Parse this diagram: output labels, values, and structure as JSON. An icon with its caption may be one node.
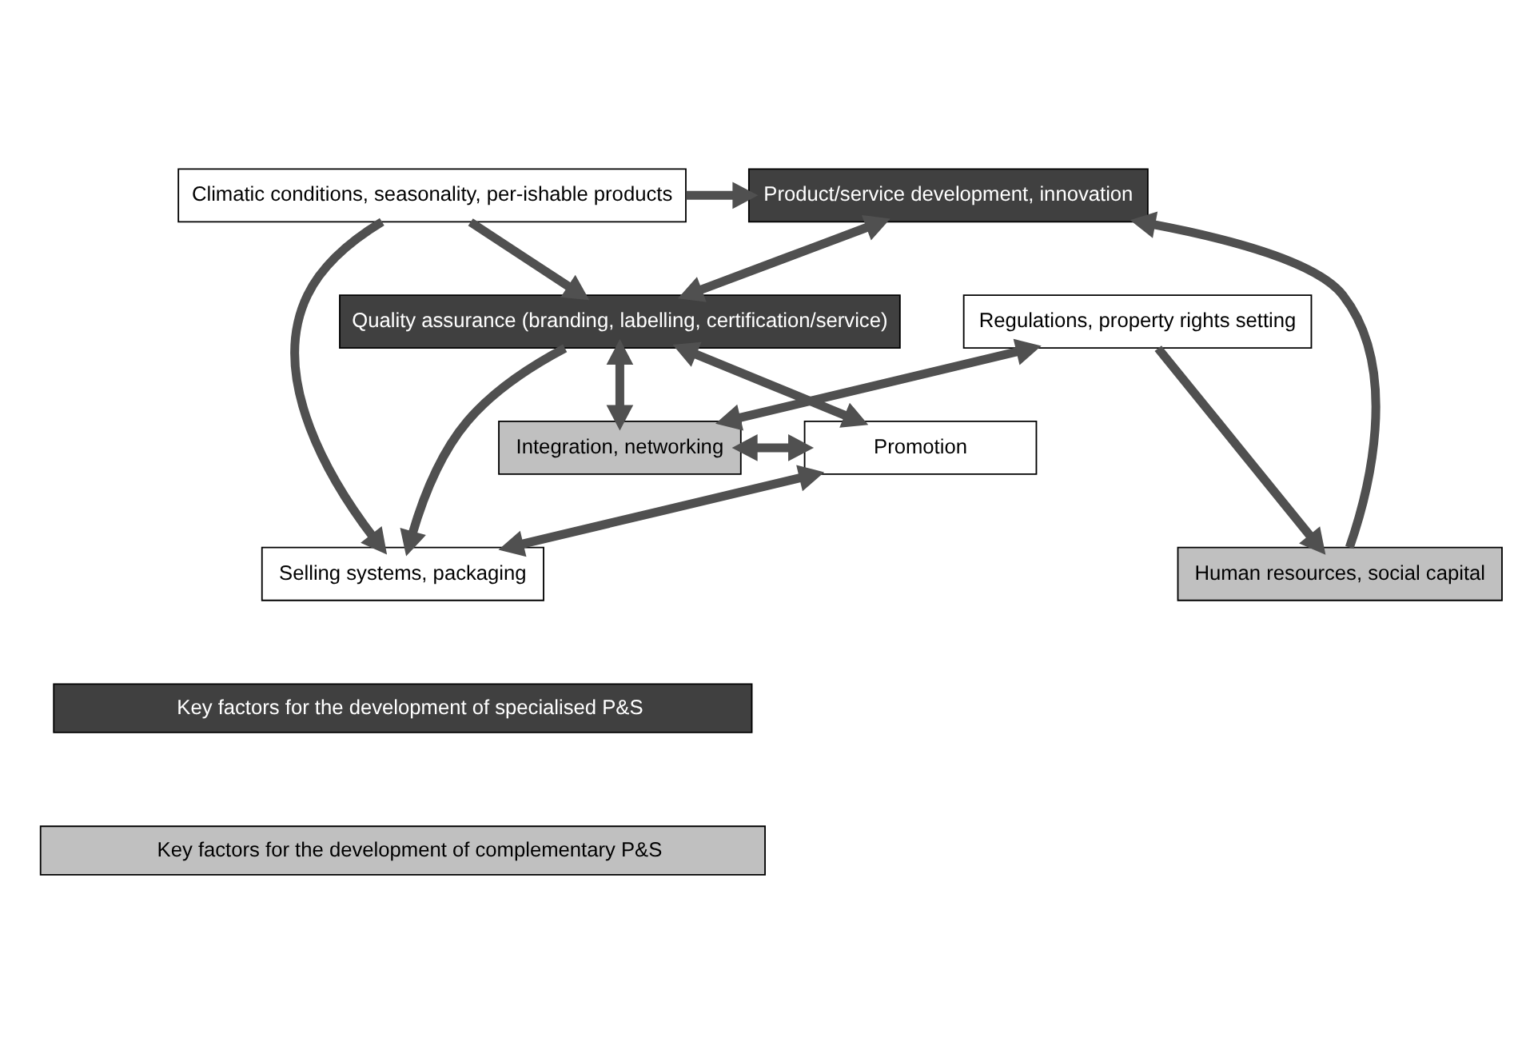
{
  "diagram": {
    "nodes": [
      {
        "text": [
          "Product/service development, innovation"
        ]
      },
      {
        "text": [
          "Climatic conditions, seasonality, per-ishable products"
        ]
      },
      {
        "text": [
          "Regulations, property rights setting"
        ]
      },
      {
        "text": [
          "Quality assurance (branding, labelling, certification/service)"
        ]
      },
      {
        "text": [
          "Integration, networking"
        ]
      },
      {
        "text": [
          "Promotion"
        ]
      },
      {
        "text": [
          "Human resources, social capital"
        ]
      },
      {
        "text": [
          "Selling systems, packaging"
        ]
      }
    ],
    "edges": [
      {
        "from": 6,
        "to": 0,
        "arrow": "to"
      },
      {
        "from": 1,
        "to": 0,
        "arrow": "to"
      },
      {
        "from": 0,
        "to": 3,
        "arrow": "both"
      },
      {
        "from": 1,
        "to": 3,
        "arrow": "to"
      },
      {
        "from": 1,
        "to": 7,
        "arrow": "to"
      },
      {
        "from": 3,
        "to": 7,
        "arrow": "to"
      },
      {
        "from": 2,
        "to": 6,
        "arrow": "to"
      },
      {
        "from": 2,
        "to": 4,
        "arrow": "both"
      },
      {
        "from": 3,
        "to": 4,
        "arrow": "both"
      },
      {
        "from": 3,
        "to": 5,
        "arrow": "both"
      },
      {
        "from": 4,
        "to": 5,
        "arrow": "both"
      },
      {
        "from": 5,
        "to": 7,
        "arrow": "both"
      }
    ],
    "legend": [
      {
        "text": "Key factors for the development of specialised P&S",
        "color": "#404040"
      },
      {
        "text": "Key factors for the development of complementary P&S",
        "color": "#c0c0c0"
      }
    ]
  }
}
